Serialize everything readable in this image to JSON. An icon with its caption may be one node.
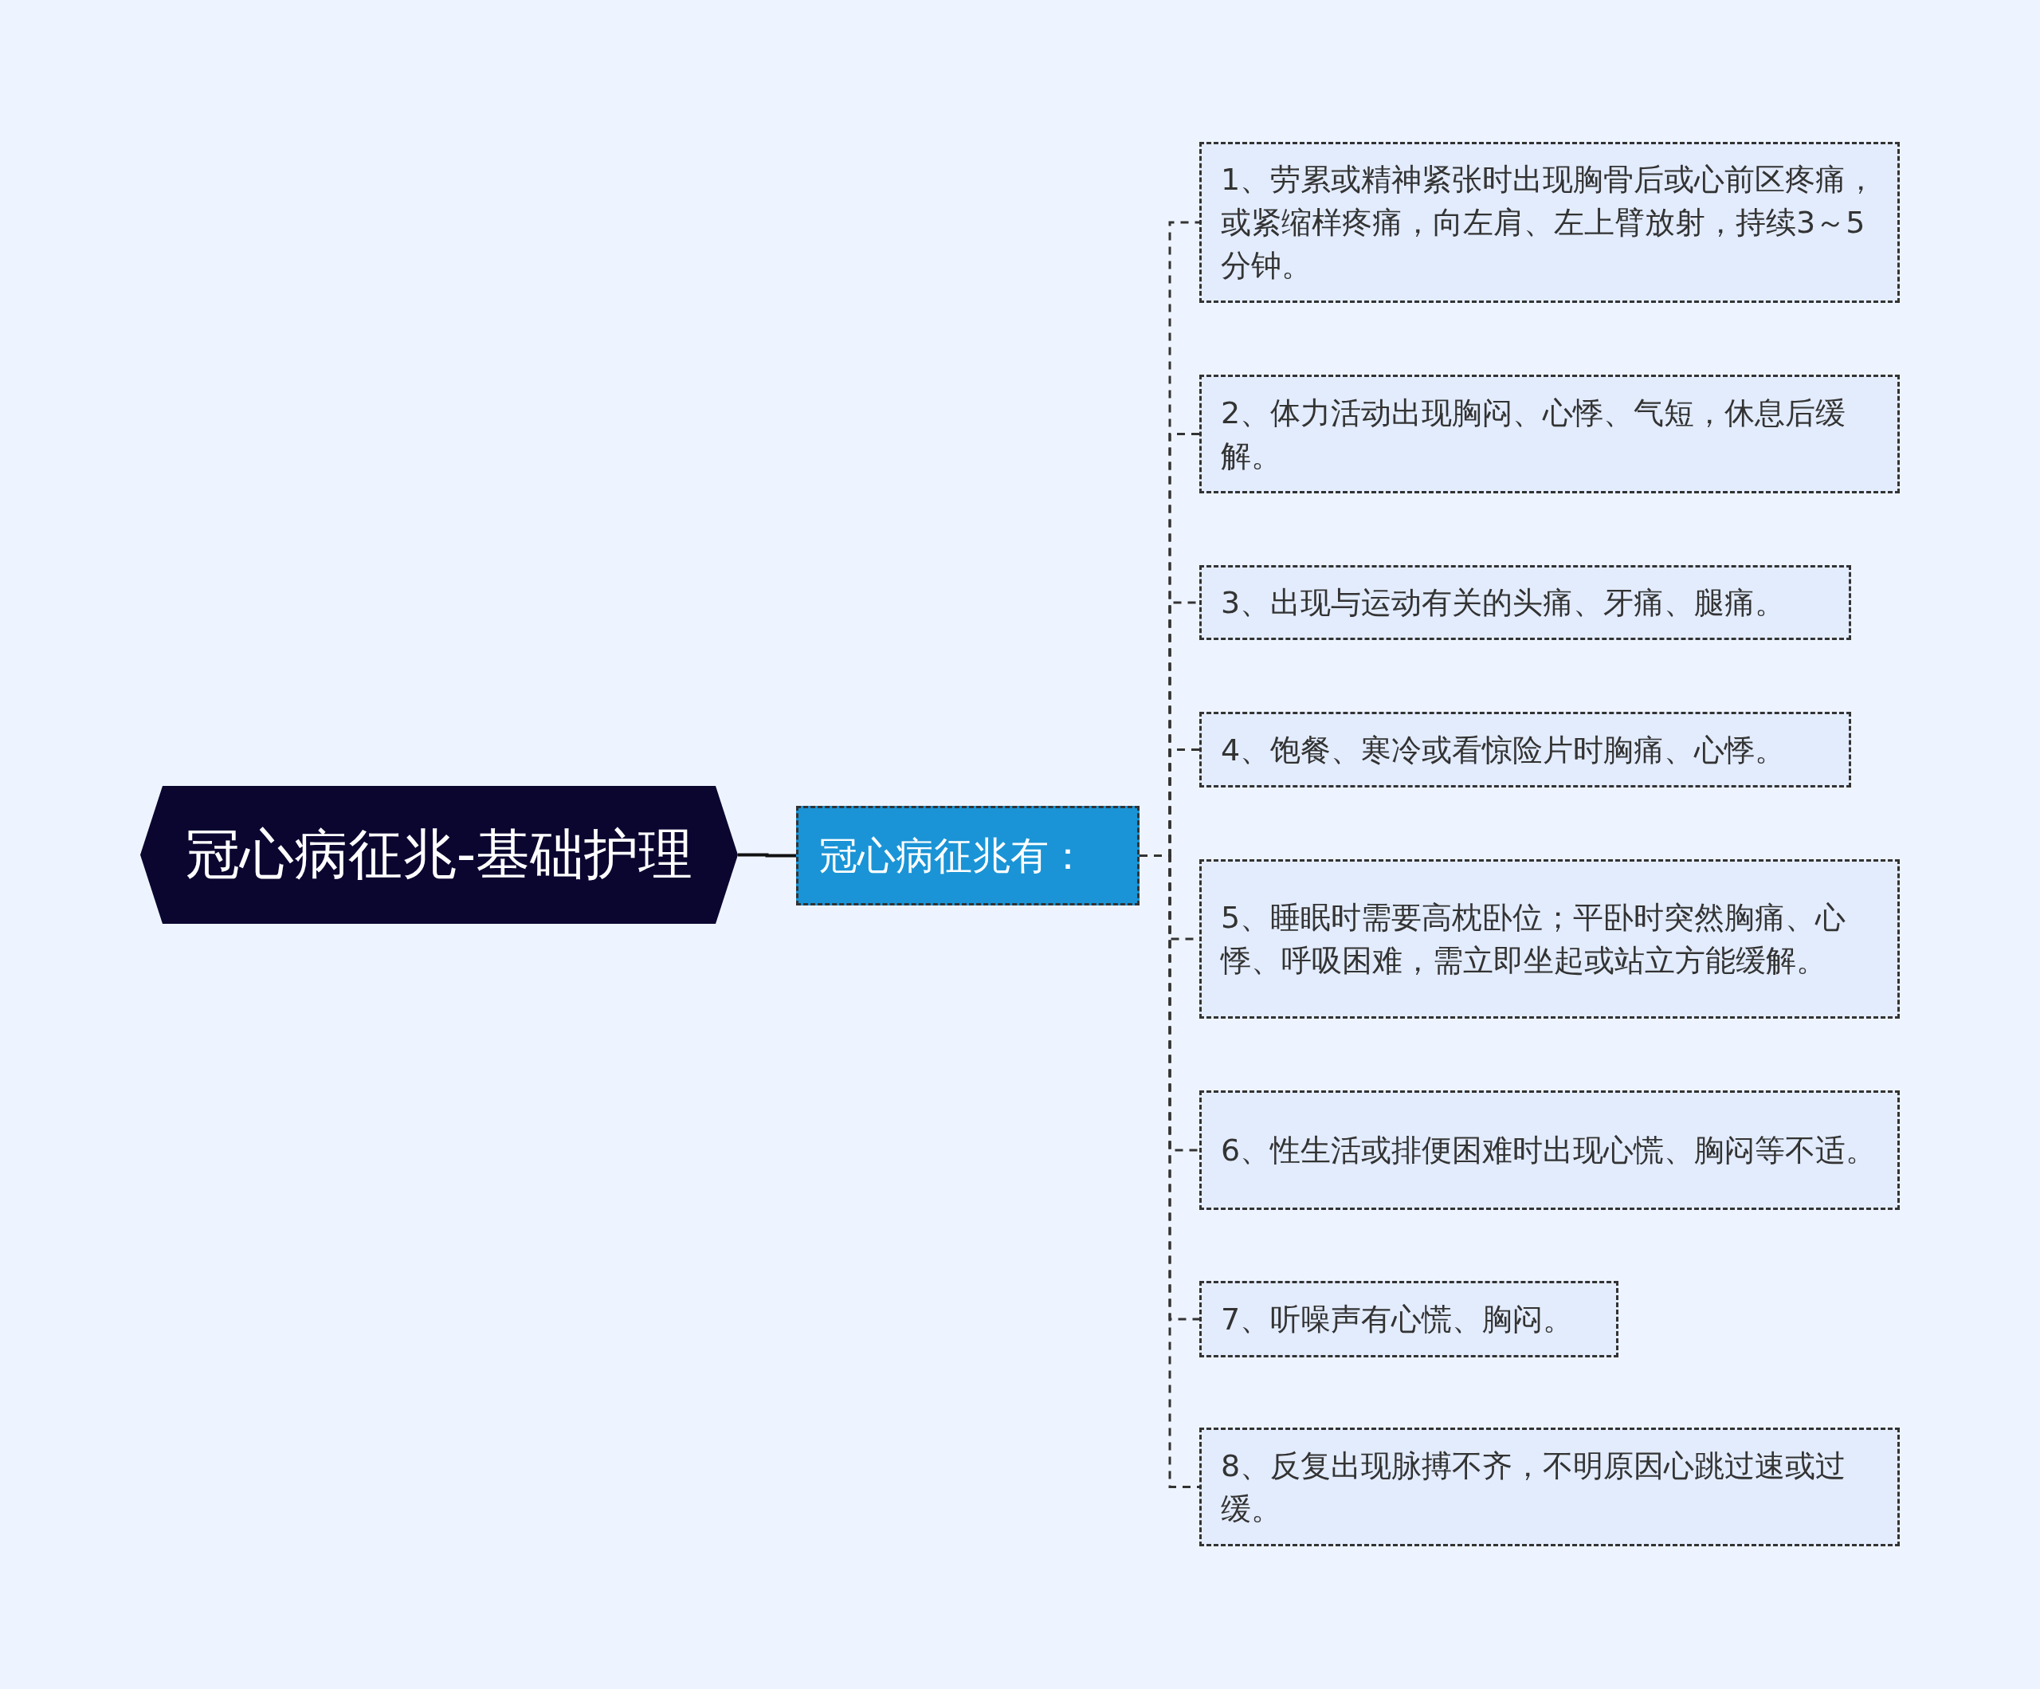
{
  "diagram": {
    "nodes": [
      {
        "text": [
          "冠心病征兆-基础护理"
        ]
      },
      {
        "text": [
          "冠心病征兆有："
        ]
      },
      {
        "text": [
          "1、劳累或精神紧张时出现胸骨后或心前区疼痛，或紧缩样疼痛，向左肩、左上臂放射，持续3～5分钟。"
        ]
      },
      {
        "text": [
          "2、体力活动出现胸闷、心悸、气短，休息后缓解。"
        ]
      },
      {
        "text": [
          "3、出现与运动有关的头痛、牙痛、腿痛。"
        ]
      },
      {
        "text": [
          "4、饱餐、寒冷或看惊险片时胸痛、心悸。"
        ]
      },
      {
        "text": [
          "5、睡眠时需要高枕卧位；平卧时突然胸痛、心悸、呼吸困难，需立即坐起或站立方能缓解。"
        ]
      },
      {
        "text": [
          "6、性生活或排便困难时出现心慌、胸闷等不适。"
        ]
      },
      {
        "text": [
          "7、听噪声有心慌、胸闷。"
        ]
      },
      {
        "text": [
          "8、反复出现脉搏不齐，不明原因心跳过速或过缓。"
        ]
      }
    ],
    "edges": [
      {
        "from": 0,
        "to": 1,
        "arrow": "none"
      },
      {
        "from": 1,
        "to": 2,
        "arrow": "none",
        "style": "dashed"
      },
      {
        "from": 1,
        "to": 3,
        "arrow": "none",
        "style": "dashed"
      },
      {
        "from": 1,
        "to": 4,
        "arrow": "none",
        "style": "dashed"
      },
      {
        "from": 1,
        "to": 5,
        "arrow": "none",
        "style": "dashed"
      },
      {
        "from": 1,
        "to": 6,
        "arrow": "none",
        "style": "dashed"
      },
      {
        "from": 1,
        "to": 7,
        "arrow": "none",
        "style": "dashed"
      },
      {
        "from": 1,
        "to": 8,
        "arrow": "none",
        "style": "dashed"
      },
      {
        "from": 1,
        "to": 9,
        "arrow": "none",
        "style": "dashed"
      }
    ]
  }
}
